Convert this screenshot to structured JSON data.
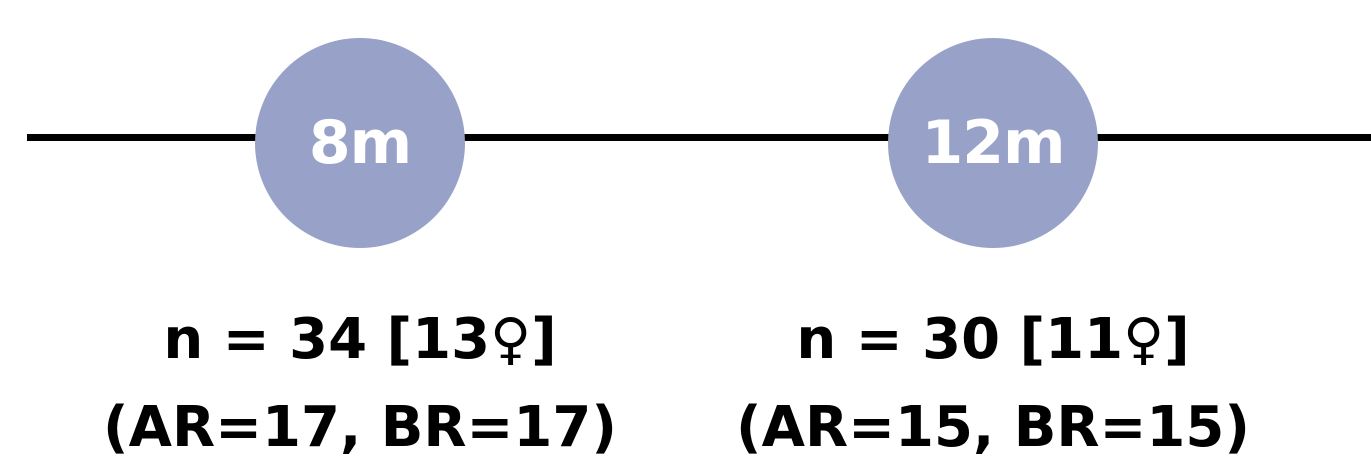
{
  "colors": {
    "line": "#000000",
    "node_fill": "#98A2C9",
    "node_text": "#ffffff",
    "caption_text": "#000000"
  },
  "timepoints": [
    {
      "label": "8m",
      "count_line": "n = 34 [13♀]",
      "group_line": "(AR=17, BR=17)"
    },
    {
      "label": "12m",
      "count_line": "n = 30 [11♀]",
      "group_line": "(AR=15, BR=15)"
    }
  ]
}
